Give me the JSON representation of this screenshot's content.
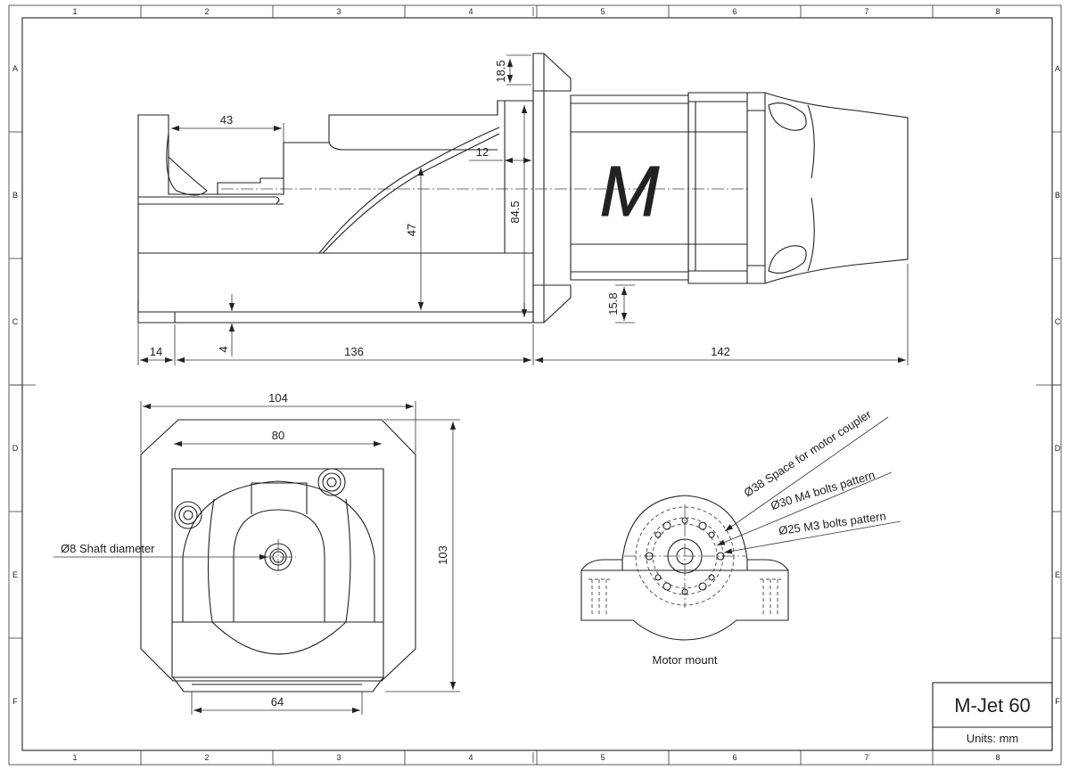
{
  "grid": {
    "columns": [
      "1",
      "2",
      "3",
      "4",
      "5",
      "6",
      "7",
      "8"
    ],
    "rows": [
      "A",
      "B",
      "C",
      "D",
      "E",
      "F"
    ]
  },
  "side_view": {
    "dimensions": {
      "d18_5": "18.5",
      "d43": "43",
      "d12": "12",
      "d84_5": "84.5",
      "d47": "47",
      "d15_8": "15.8",
      "d4": "4",
      "d14": "14",
      "d136": "136",
      "d142": "142"
    },
    "logo_letter": "M"
  },
  "front_view": {
    "dimensions": {
      "d104": "104",
      "d80": "80",
      "d103": "103",
      "d64": "64"
    },
    "callout_shaft": "Ø8 Shaft diameter"
  },
  "motor_mount": {
    "callouts": {
      "coupler": "Ø38 Space for motor coupler",
      "m4": "Ø30 M4 bolts pattern",
      "m3": "Ø25 M3 bolts pattern"
    },
    "caption": "Motor mount"
  },
  "title_block": {
    "title": "M-Jet 60",
    "units": "Units: mm"
  }
}
